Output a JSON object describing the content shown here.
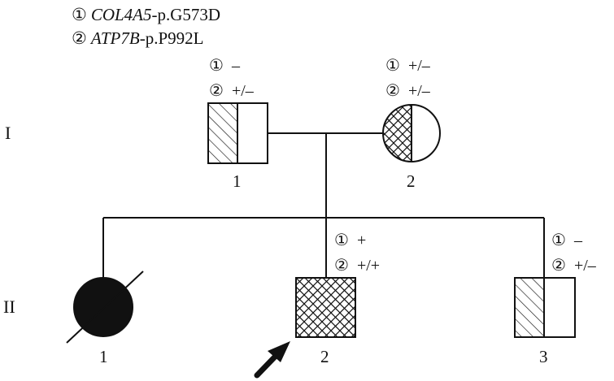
{
  "legend": [
    {
      "marker": "①",
      "gene": "COL4A5",
      "variant": "-p.G573D"
    },
    {
      "marker": "②",
      "gene": "ATP7B",
      "variant": "-p.P992L"
    }
  ],
  "generations": [
    "I",
    "II"
  ],
  "individuals": {
    "I1": {
      "number": "1",
      "sex": "male",
      "genotype1": "–",
      "genotype2": "+/–"
    },
    "I2": {
      "number": "2",
      "sex": "female",
      "genotype1": "+/–",
      "genotype2": "+/–"
    },
    "II1": {
      "number": "1",
      "sex": "female",
      "status": "affected, deceased"
    },
    "II2": {
      "number": "2",
      "sex": "male",
      "proband": true,
      "genotype1": "+",
      "genotype2": "+/+"
    },
    "II3": {
      "number": "3",
      "sex": "male",
      "genotype1": "–",
      "genotype2": "+/–"
    }
  },
  "markers": {
    "m1": "①",
    "m2": "②"
  },
  "colors": {
    "ink": "#111111",
    "background": "#ffffff"
  }
}
